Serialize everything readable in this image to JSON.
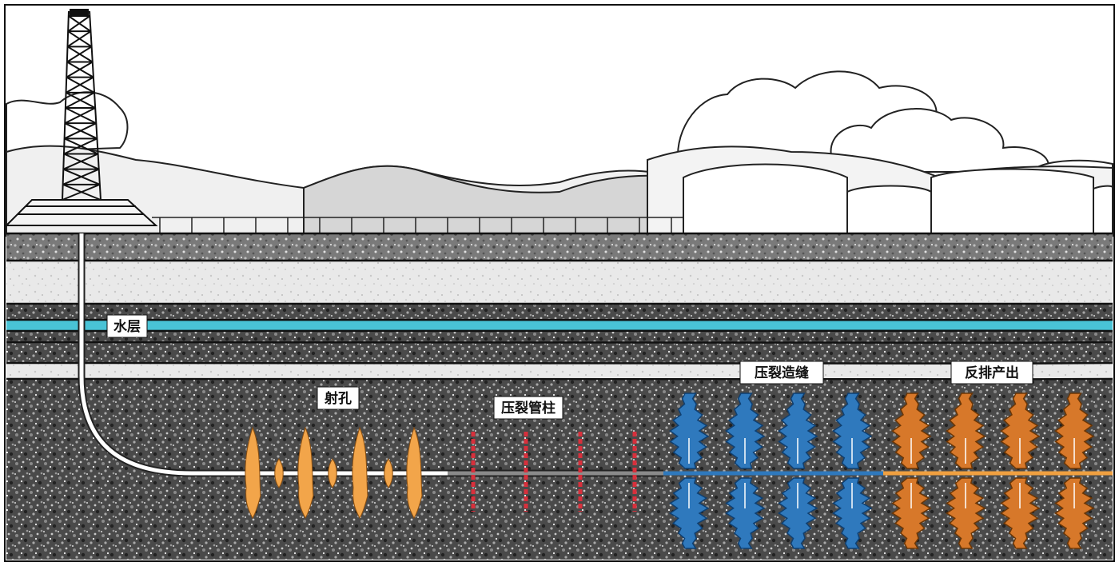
{
  "labels": {
    "water_layer": "水层",
    "perforation": "射孔",
    "frac_string": "压裂管柱",
    "fracture_creation": "压裂造缝",
    "flowback_production": "反排产出"
  },
  "colors": {
    "sky": "#ffffff",
    "hills": "#d9d9d9",
    "rock_dark": "#3a3a3a",
    "rock_mid": "#6e6e6e",
    "rock_light": "#e8e8e8",
    "water": "#49c3d6",
    "perforation": "#f2a54a",
    "frac_string": "#d8303c",
    "fracture": "#2f79bd",
    "flowback": "#d7782a",
    "pipe": "#ffffff",
    "pipe_gray": "#8a8a8a"
  },
  "icons": {
    "rig": "drilling-rig-icon",
    "tanks": "storage-tank-icon"
  }
}
